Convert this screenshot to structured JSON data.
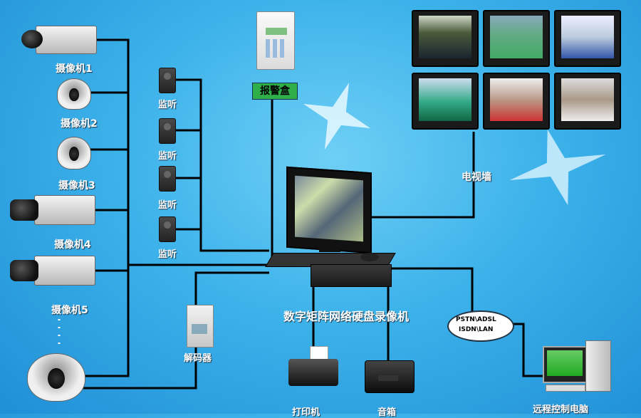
{
  "cameras": [
    {
      "label": "摄像机1"
    },
    {
      "label": "摄像机2"
    },
    {
      "label": "摄像机3"
    },
    {
      "label": "摄像机4"
    },
    {
      "label": "摄像机5"
    }
  ],
  "monitors": [
    {
      "label": "监听"
    },
    {
      "label": "监听"
    },
    {
      "label": "监听"
    },
    {
      "label": "监听"
    }
  ],
  "alarm_box": {
    "label": "报警盒"
  },
  "tv_wall": {
    "label": "电视墙"
  },
  "dvr": {
    "label": "数字矩阵网络硬盘录像机"
  },
  "decoder": {
    "label": "解码器"
  },
  "printer": {
    "label": "打印机"
  },
  "speaker": {
    "label": "音箱"
  },
  "network": {
    "line1": "PSTN\\ADSL",
    "line2": "ISDN\\LAN"
  },
  "remote_pc": {
    "label": "远程控制电脑"
  },
  "colors": {
    "background": "#3cb2ea",
    "wire": "#000000",
    "alarm_label_bg": "#2fae4a"
  }
}
